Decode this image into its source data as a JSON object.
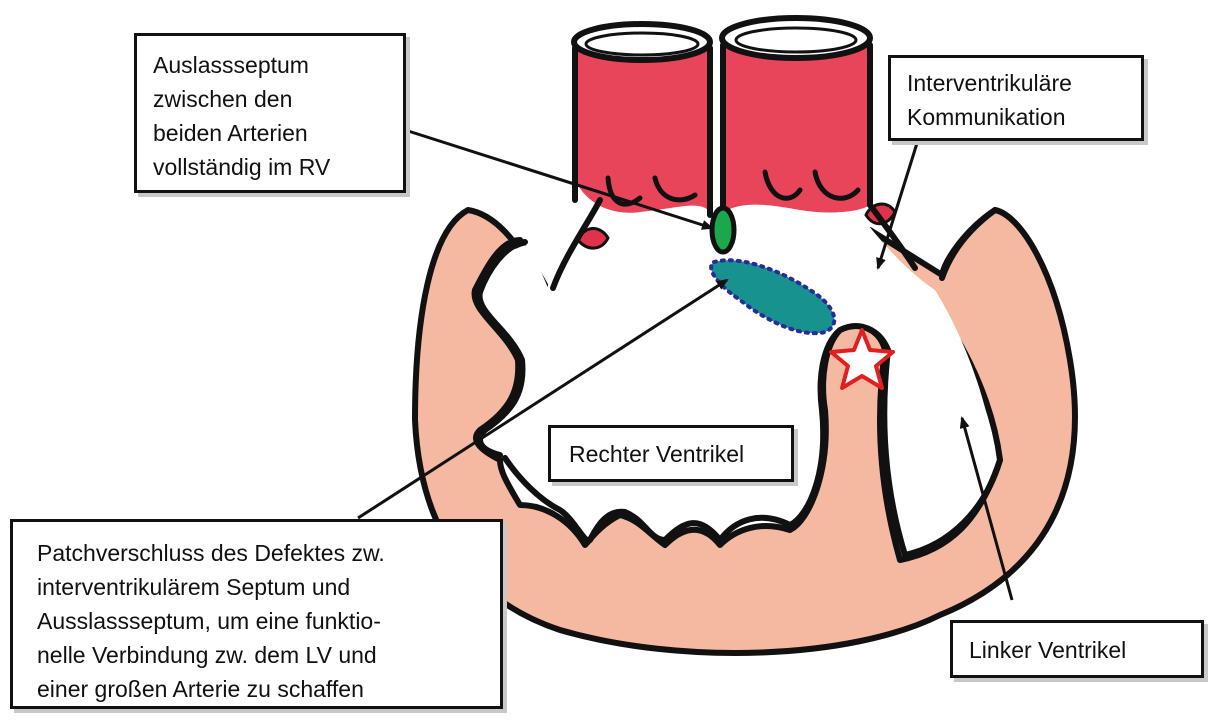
{
  "labels": {
    "outlet_septum": "Auslassseptum\nzwischen den\nbeiden Arterien\nvollständig im RV",
    "vsd": "Interventrikuläre\nKommunikation",
    "right_ventricle": "Rechter Ventrikel",
    "left_ventricle": "Linker Ventrikel",
    "patch": "Patchverschluss des Defektes zw.\ninterventrikulärem Septum und\nAusslassseptum, um eine funktio-\nnelle Verbindung zw. dem LV und\neiner großen Arterie zu schaffen"
  },
  "colors": {
    "myocardium": "#f5b8a0",
    "arteries": "#e8455a",
    "valve_leaflet": "#e0324a",
    "outlet_septum": "#1aa84a",
    "patch": "#17928f",
    "patch_dots": "#2a2a9a",
    "star_outline": "#e02020",
    "outline": "#111111"
  },
  "icons": {
    "marker": "star-icon"
  }
}
